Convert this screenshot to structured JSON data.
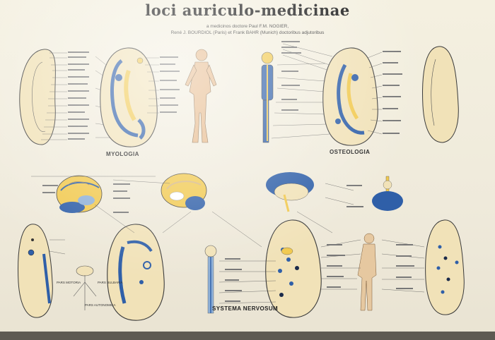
{
  "header": {
    "title": "loci auriculo-medicinae",
    "line1": "a medicinos doctore Paul F.M. NOGIER,",
    "line2": "René J. BOURDIOL (Paris) et Frank BAHR (Munich) doctoribus adjutoribus"
  },
  "sections": {
    "myologia": "MYOLOGIA",
    "osteologia": "OSTEOLOGIA",
    "systema_nervosum": "SYSTEMA NERVOSUM"
  },
  "labels": {
    "nervi_motorii_1": "PARS MOTORIA",
    "nervi_motorii_2": "PARS BULBARIA",
    "pars_autonomica": "PARS AUTONOMICA"
  },
  "colors": {
    "paper": "#f1ecdc",
    "ear_fill": "#f1e2b8",
    "blue": "#2f5fa8",
    "yellow": "#f1c94f",
    "ink": "#2b2b2b"
  }
}
